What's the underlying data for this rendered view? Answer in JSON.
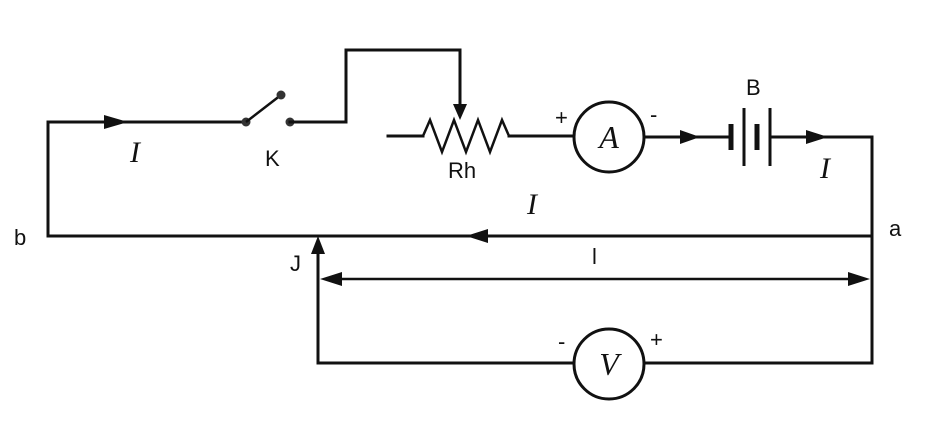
{
  "diagram": {
    "current_label": "I",
    "switch_label": "K",
    "rheostat_label": "Rh",
    "battery_label": "B",
    "ammeter_symbol": "A",
    "voltmeter_symbol": "V",
    "node_a": "a",
    "node_b": "b",
    "jockey_label": "J",
    "length_label": "l",
    "ammeter_plus": "+",
    "ammeter_minus": "-",
    "voltmeter_minus": "-",
    "voltmeter_plus": "+"
  }
}
